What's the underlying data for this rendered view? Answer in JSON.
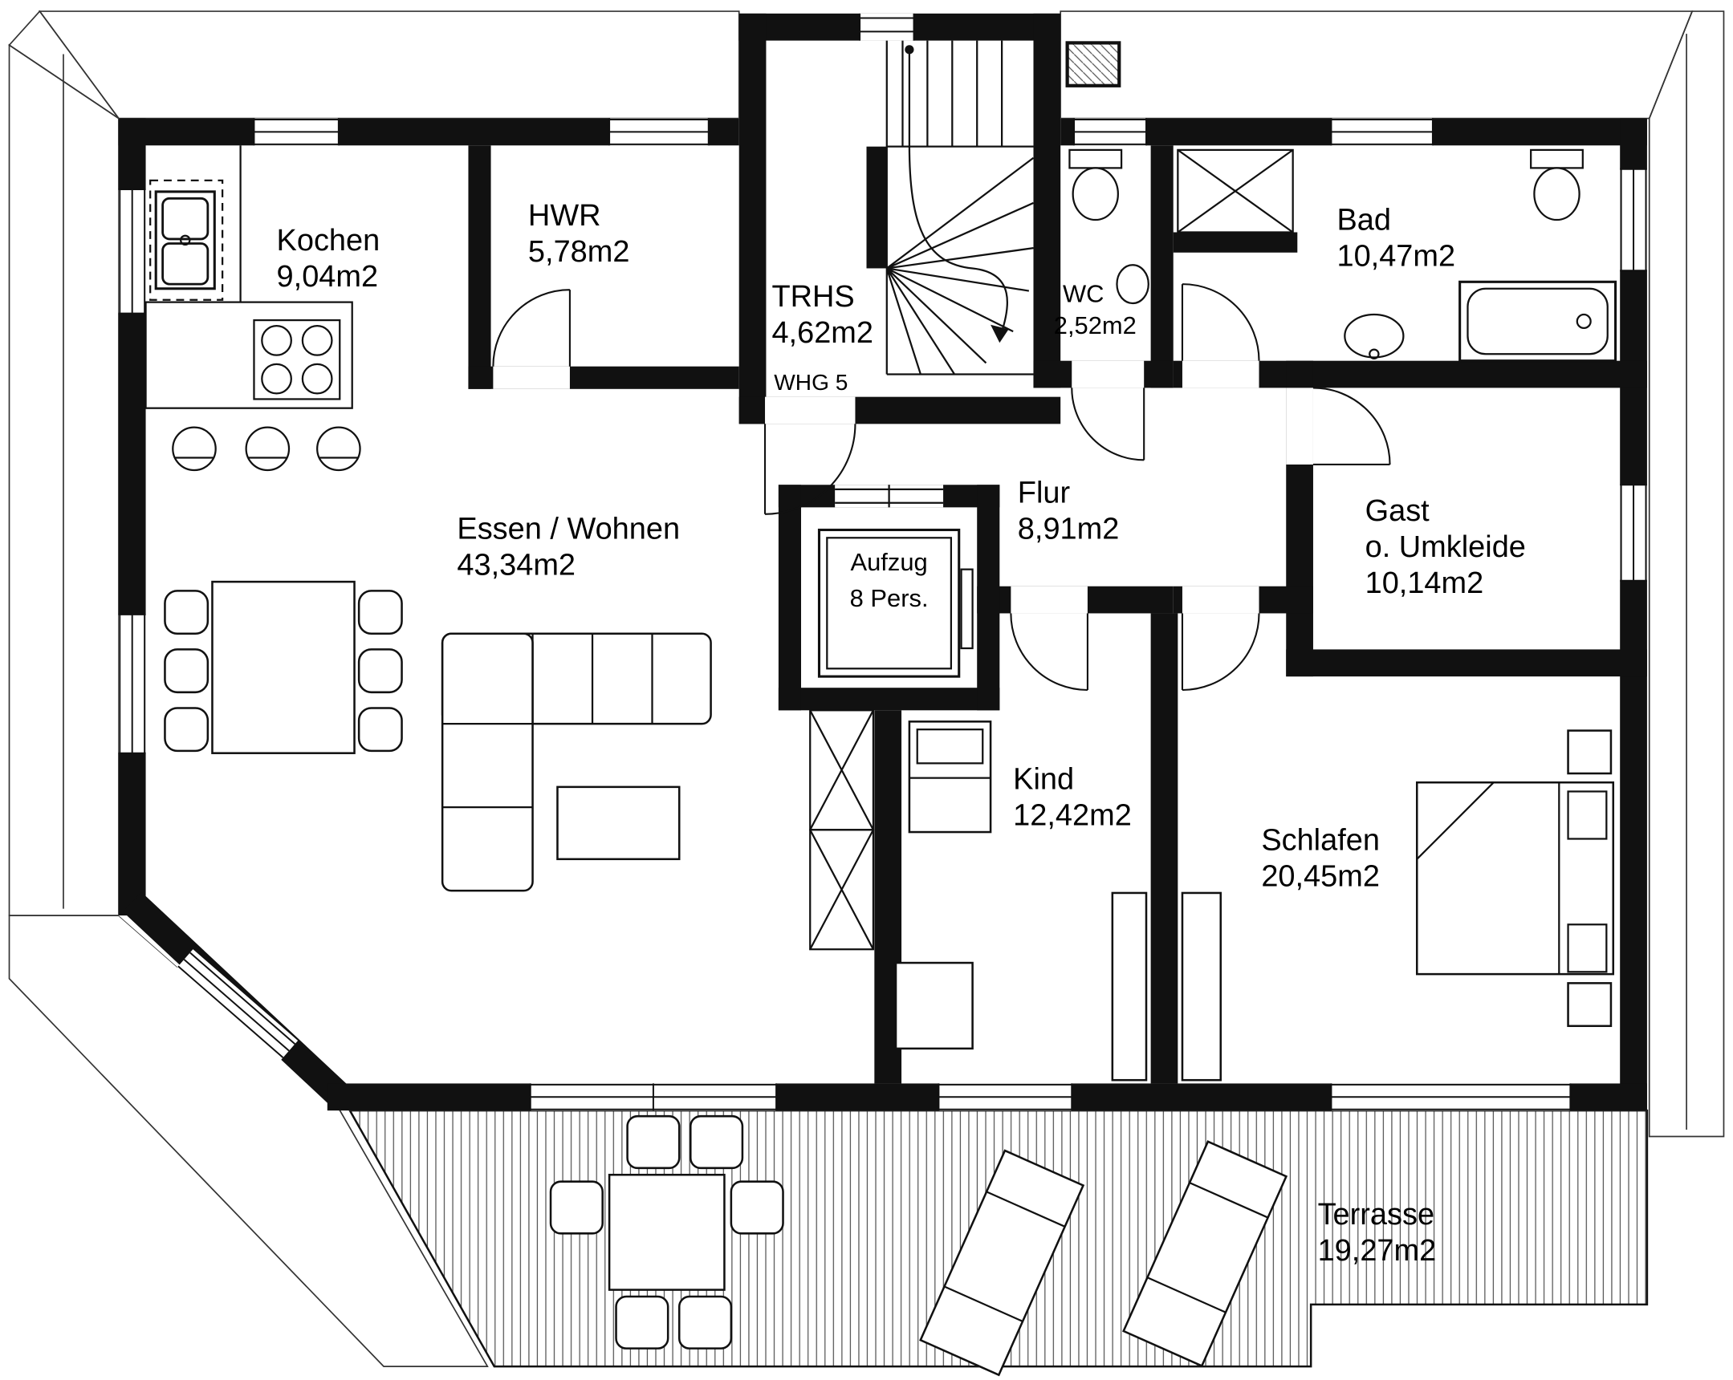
{
  "plan": {
    "apartment": "WHG 5",
    "rooms": {
      "kochen": {
        "name": "Kochen",
        "area": "9,04m2"
      },
      "hwr": {
        "name": "HWR",
        "area": "5,78m2"
      },
      "trhs": {
        "name": "TRHS",
        "area": "4,62m2"
      },
      "wc": {
        "name": "WC",
        "area": "2,52m2"
      },
      "bad": {
        "name": "Bad",
        "area": "10,47m2"
      },
      "flur": {
        "name": "Flur",
        "area": "8,91m2"
      },
      "gast": {
        "line1": "Gast",
        "line2": "o. Umkleide",
        "area": "10,14m2"
      },
      "essen": {
        "name": "Essen / Wohnen",
        "area": "43,34m2"
      },
      "kind": {
        "name": "Kind",
        "area": "12,42m2"
      },
      "schlafen": {
        "name": "Schlafen",
        "area": "20,45m2"
      },
      "terrasse": {
        "name": "Terrasse",
        "area": "19,27m2"
      }
    },
    "elevator": {
      "name": "Aufzug",
      "capacity": "8 Pers."
    },
    "colors": {
      "line": "#111111",
      "hatch": "#555555",
      "background": "#ffffff"
    }
  }
}
